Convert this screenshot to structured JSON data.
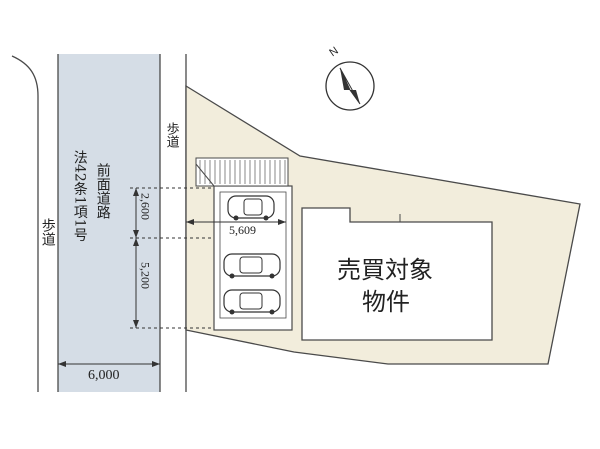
{
  "labels": {
    "left_sidewalk": "歩道",
    "right_sidewalk": "歩道",
    "road_col1": "前面道路",
    "road_col2": "法42条1項1号",
    "property": "売買対象",
    "property_line2": "物件"
  },
  "dimensions": {
    "road_width": "6,000",
    "frontage": "5,609",
    "upper_depth": "2,600",
    "lower_depth": "5,200"
  },
  "compass": {
    "north": "N"
  },
  "colors": {
    "road": "#d5dde6",
    "sidewalk": "#ffffff",
    "lot": "#f2eddc",
    "outline": "#4a4a4a",
    "dash": "#333333"
  }
}
